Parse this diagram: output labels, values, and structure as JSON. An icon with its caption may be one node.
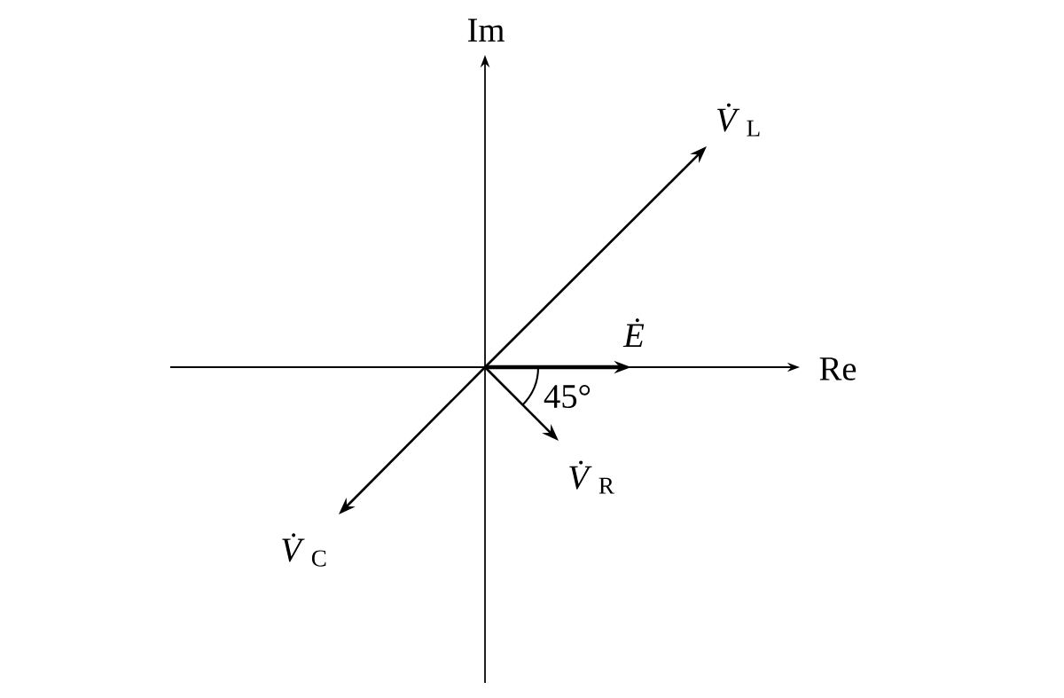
{
  "diagram": {
    "labels": [
      "Im",
      "*V̇*$_{L}$",
      "*Ė*",
      "Re",
      "45°",
      "*V̇*$_{R}$",
      "*V̇*$_{C}$"
    ]
  }
}
